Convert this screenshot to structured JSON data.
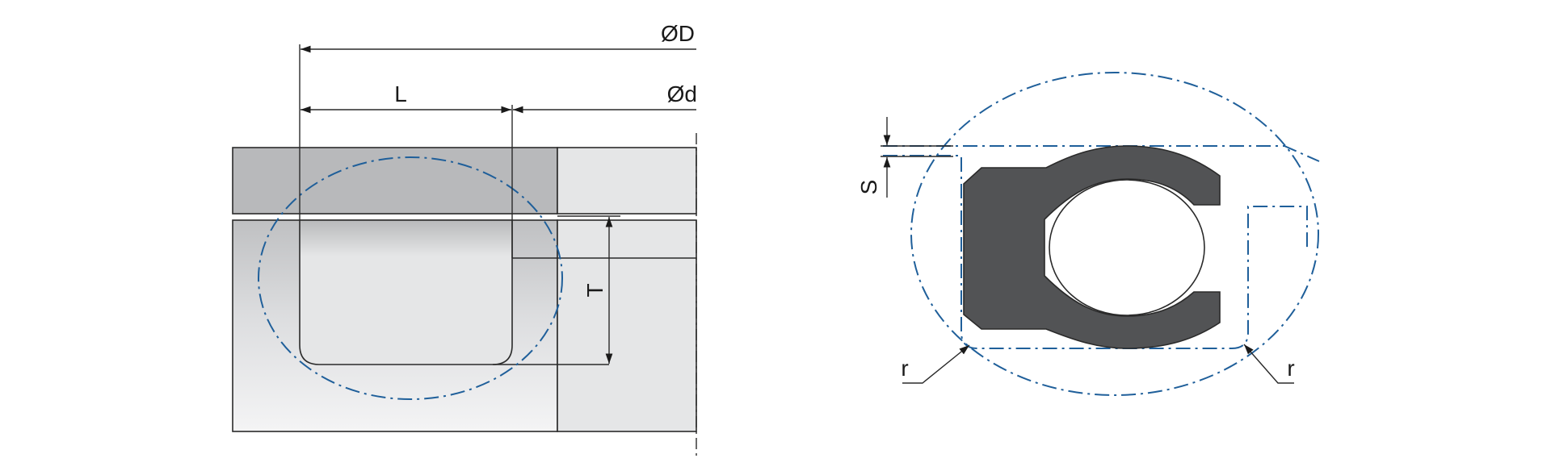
{
  "colors": {
    "accent": "#1f5f9a",
    "housing_dark": "#b8b9bb",
    "housing_light": "#e5e6e7",
    "seal_fill": "#525355",
    "line": "#2a2a2a"
  },
  "left_view": {
    "labels": {
      "outer_diameter": "ØD",
      "inner_diameter": "Ød",
      "length": "L",
      "depth": "T"
    }
  },
  "right_view": {
    "labels": {
      "gap": "S",
      "radius_left": "r",
      "radius_right": "r"
    }
  }
}
